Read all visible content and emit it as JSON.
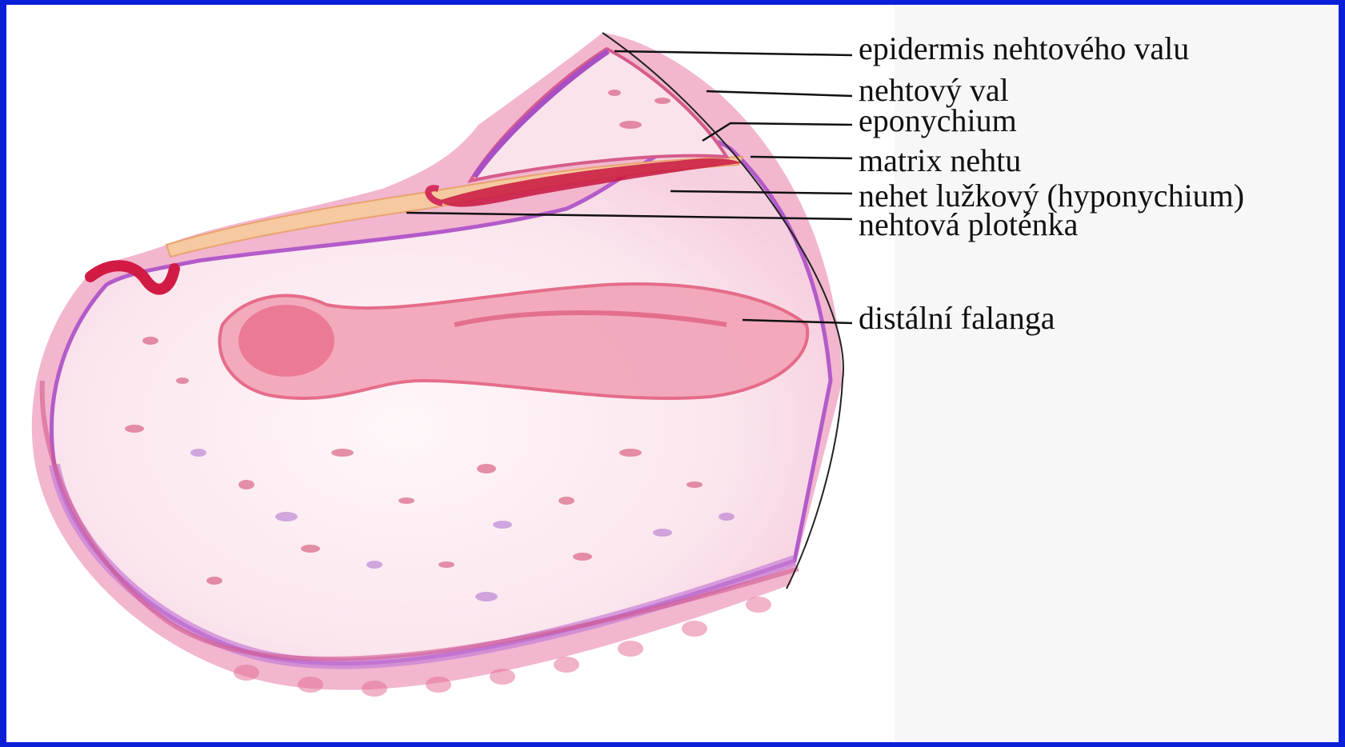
{
  "labels": {
    "epidermis_valu": "epidermis nehtového valu",
    "nehtovy_val": "nehtový val",
    "eponychium": "eponychium",
    "matrix": "matrix nehtu",
    "hyponychium": "nehet lužkový (hyponychium)",
    "plotenka": "nehtová ploténka",
    "falanga": "distální falanga"
  },
  "colors": {
    "frame_border": "#0b1fd8",
    "epidermis": "#c77fd6",
    "dermis": "#fbeaf0",
    "tissue_red": "#e0476b",
    "nail_plate": "#f6c9a0",
    "leader_line": "#111111"
  }
}
